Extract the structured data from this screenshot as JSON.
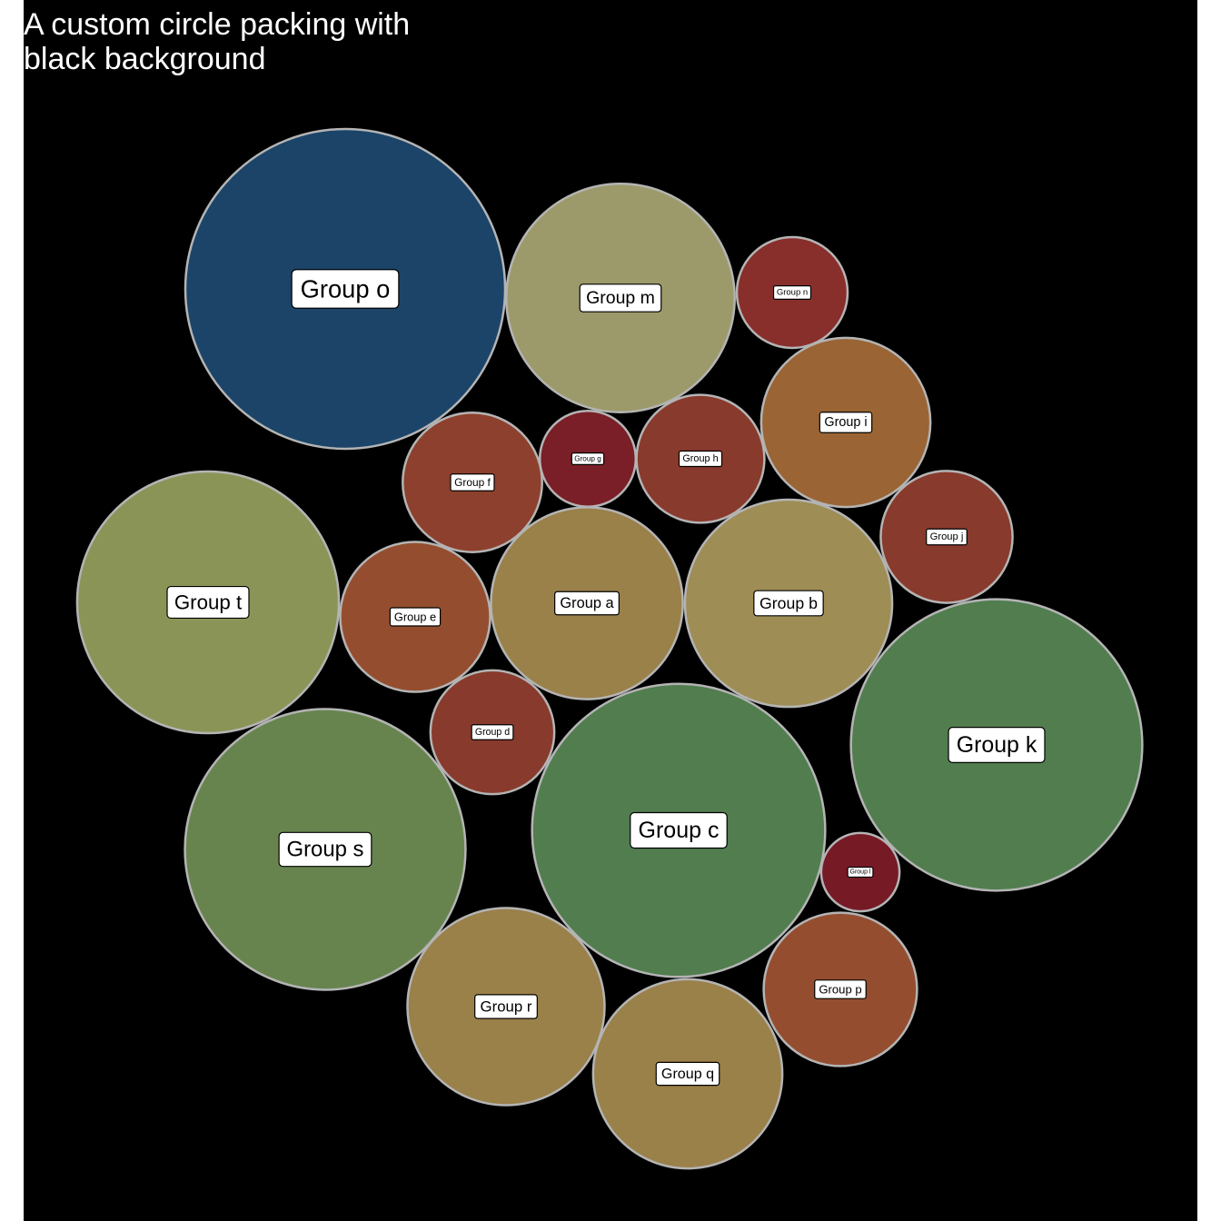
{
  "chart_data": {
    "type": "circle-packing",
    "title_lines": [
      "A custom circle packing with",
      "black background"
    ],
    "background": "#000000",
    "border_color": "#b4b4b4",
    "groups": [
      {
        "label": "Group o",
        "value": 100,
        "color": "#1b4468"
      },
      {
        "label": "Group c",
        "value": 84,
        "color": "#517d4f"
      },
      {
        "label": "Group k",
        "value": 83,
        "color": "#517d4f"
      },
      {
        "label": "Group s",
        "value": 77,
        "color": "#67844f"
      },
      {
        "label": "Group m",
        "value": 51,
        "color": "#9c9a6a"
      },
      {
        "label": "Group t",
        "value": 67,
        "color": "#8b9457"
      },
      {
        "label": "Group b",
        "value": 42,
        "color": "#9e8d55"
      },
      {
        "label": "Group q",
        "value": 35,
        "color": "#9a8049"
      },
      {
        "label": "Group a",
        "value": 36,
        "color": "#9a8049"
      },
      {
        "label": "Group r",
        "value": 38,
        "color": "#9a8049"
      },
      {
        "label": "Group i",
        "value": 28,
        "color": "#9a6435"
      },
      {
        "label": "Group e",
        "value": 22,
        "color": "#944e2f"
      },
      {
        "label": "Group p",
        "value": 23,
        "color": "#944e2f"
      },
      {
        "label": "Group f",
        "value": 19,
        "color": "#8d402d"
      },
      {
        "label": "Group h",
        "value": 16,
        "color": "#883a2c"
      },
      {
        "label": "Group j",
        "value": 17,
        "color": "#883a2c"
      },
      {
        "label": "Group d",
        "value": 15,
        "color": "#883a2c"
      },
      {
        "label": "Group n",
        "value": 12,
        "color": "#882e2b"
      },
      {
        "label": "Group g",
        "value": 9,
        "color": "#7a1f27"
      },
      {
        "label": "Group l",
        "value": 6,
        "color": "#761a26"
      }
    ]
  }
}
